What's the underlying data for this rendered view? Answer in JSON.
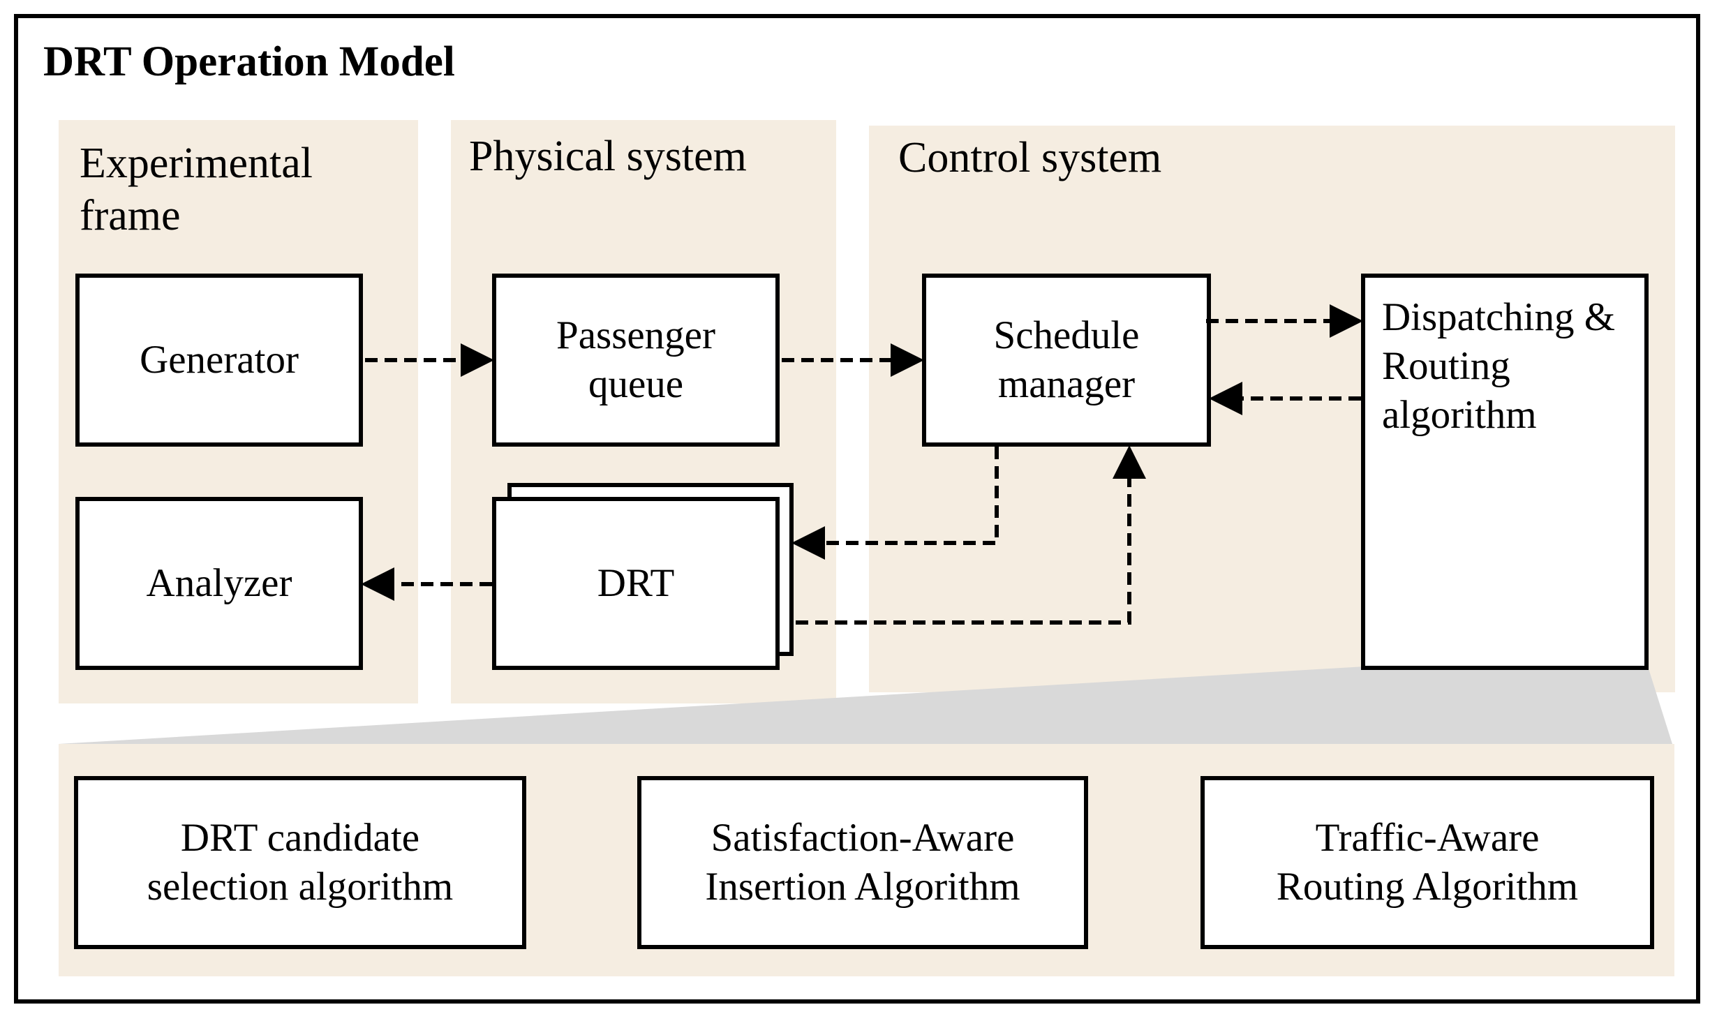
{
  "title": "DRT Operation Model",
  "panels": {
    "experimental_frame": "Experimental\nframe",
    "physical_system": "Physical system",
    "control_system": "Control system"
  },
  "blocks": {
    "generator": "Generator",
    "analyzer": "Analyzer",
    "passenger_queue": "Passenger\nqueue",
    "drt": "DRT",
    "schedule_manager": "Schedule\nmanager",
    "dispatching_routing": "Dispatching &\nRouting\nalgorithm"
  },
  "sub_algorithms": [
    "DRT candidate\nselection algorithm",
    "Satisfaction-Aware\nInsertion Algorithm",
    "Traffic-Aware\nRouting Algorithm"
  ],
  "colors": {
    "panel_fill": "#f5ede1",
    "zoom_fill": "#d9d9d9",
    "line": "#000000"
  }
}
